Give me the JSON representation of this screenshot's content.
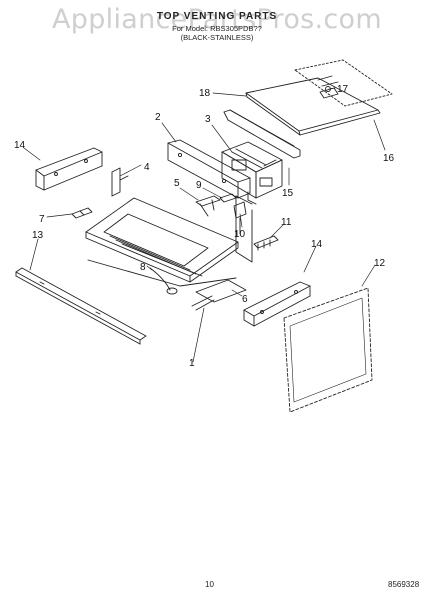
{
  "watermark": "AppliancePartsPros.com",
  "header": {
    "title": "TOP VENTING PARTS",
    "model_line": "For Model: RBS305PDB??",
    "color_line": "(BLACK-STAINLESS)"
  },
  "callouts": [
    "1",
    "2",
    "3",
    "4",
    "5",
    "6",
    "7",
    "8",
    "9",
    "10",
    "11",
    "12",
    "13",
    "14",
    "14",
    "15",
    "16",
    "17",
    "18"
  ],
  "footer": {
    "page_number": "10",
    "doc_code": "8569328"
  }
}
